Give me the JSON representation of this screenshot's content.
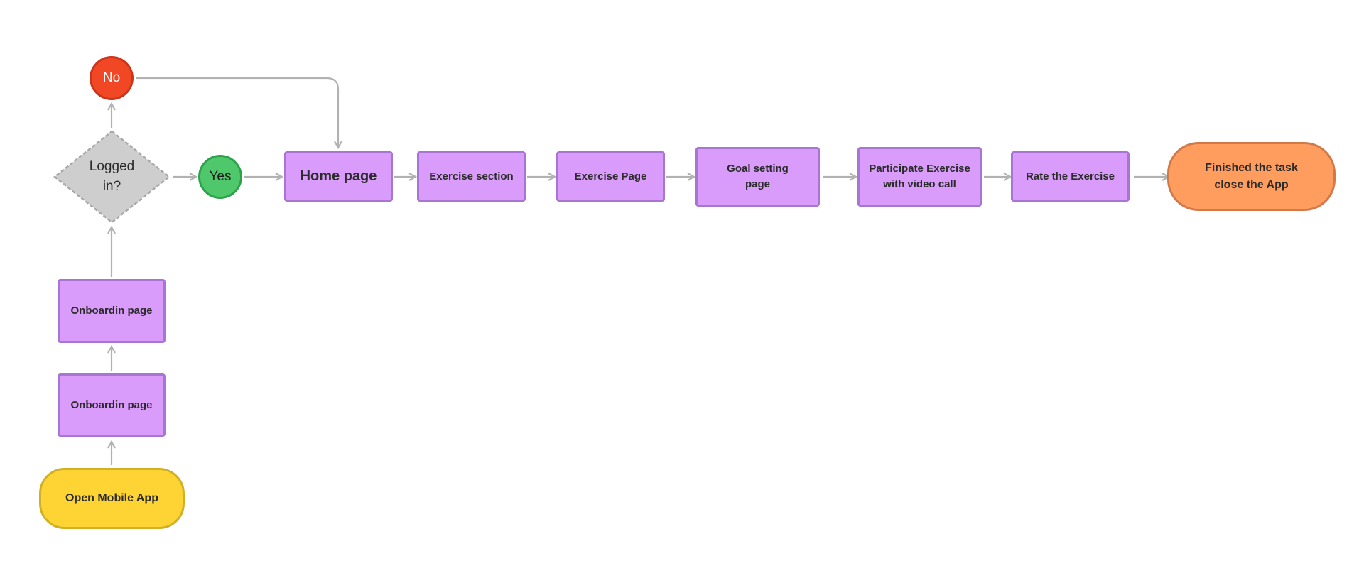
{
  "nodes": {
    "open_app": "Open Mobile App",
    "onboarding_1": "Onboardin page",
    "onboarding_2": "Onboardin page",
    "logged_in": "Logged\nin?",
    "no": "No",
    "yes": "Yes",
    "home": "Home page",
    "exercise_section": "Exercise section",
    "exercise_page": "Exercise Page",
    "goal_setting": "Goal setting\npage",
    "participate": "Participate Exercise\nwith video call",
    "rate": "Rate the Exercise",
    "finished": "Finished the task\nclose the App"
  },
  "colors": {
    "process_fill": "#d99cfa",
    "process_border": "#a875d2",
    "start_fill": "#fed435",
    "end_fill": "#ff9d5f",
    "decision_fill": "#cfcecf",
    "no_fill": "#f24724",
    "yes_fill": "#4fc86c",
    "connector": "#b2b2b2"
  }
}
